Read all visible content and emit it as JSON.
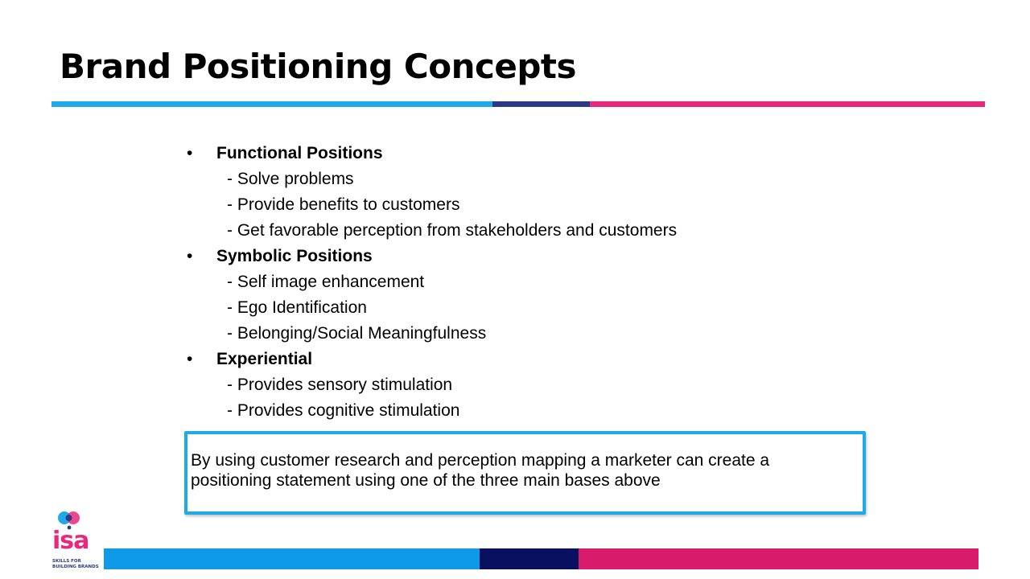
{
  "title": "Brand Positioning Concepts",
  "bullet_glyph": "•",
  "sections": [
    {
      "heading": "Functional Positions",
      "items": [
        "- Solve problems",
        "- Provide benefits to customers",
        "- Get favorable perception from stakeholders and customers"
      ]
    },
    {
      "heading": "Symbolic Positions",
      "items": [
        "- Self image enhancement",
        "- Ego Identification",
        "- Belonging/Social Meaningfulness"
      ]
    },
    {
      "heading": "Experiential",
      "items": [
        "- Provides sensory stimulation",
        "- Provides cognitive stimulation"
      ]
    }
  ],
  "callout": {
    "line1": "By using customer research and perception mapping a marketer can create a",
    "line2": "positioning statement using one of the three main bases above"
  },
  "logo": {
    "wordmark": "isa",
    "tagline_line1": "SKILLS FOR",
    "tagline_line2": "BUILDING BRANDS",
    "icon": "overlapping-circles-logo-icon"
  },
  "colors": {
    "accent_blue": "#1ea9e8",
    "accent_navy": "#2b3a86",
    "accent_pink": "#e8287a",
    "footer_blue": "#0f9ae8",
    "footer_navy": "#0a1060",
    "footer_pink": "#d81b6a"
  }
}
